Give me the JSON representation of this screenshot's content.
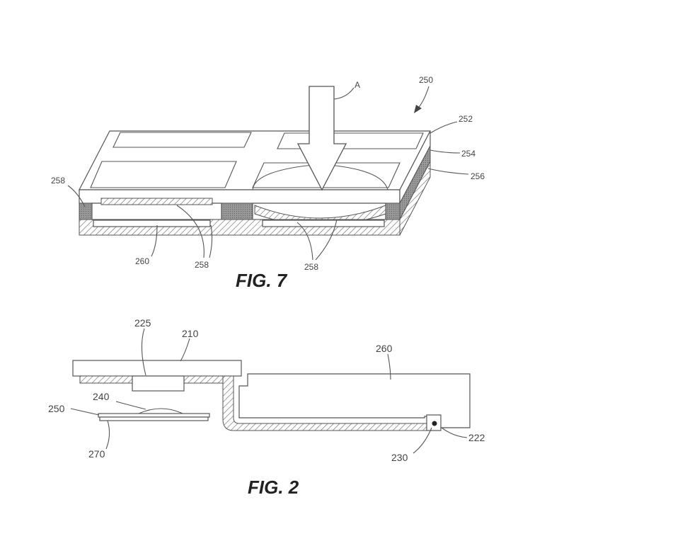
{
  "figures": {
    "fig7": {
      "caption": "FIG. 7",
      "labels": {
        "arrow": "A",
        "assembly": "250",
        "top_layer": "252",
        "middle_layer": "254",
        "bottom_layer": "256",
        "spacer_left": "258",
        "electrode_left": "260",
        "electrode_center": "258",
        "electrode_right": "258"
      }
    },
    "fig2": {
      "caption": "FIG. 2",
      "labels": {
        "chip": "225",
        "board": "210",
        "housing": "260",
        "adhesive": "240",
        "sensor_plate": "250",
        "sensor_base": "270",
        "flex_end": "222",
        "contact": "230"
      }
    }
  }
}
